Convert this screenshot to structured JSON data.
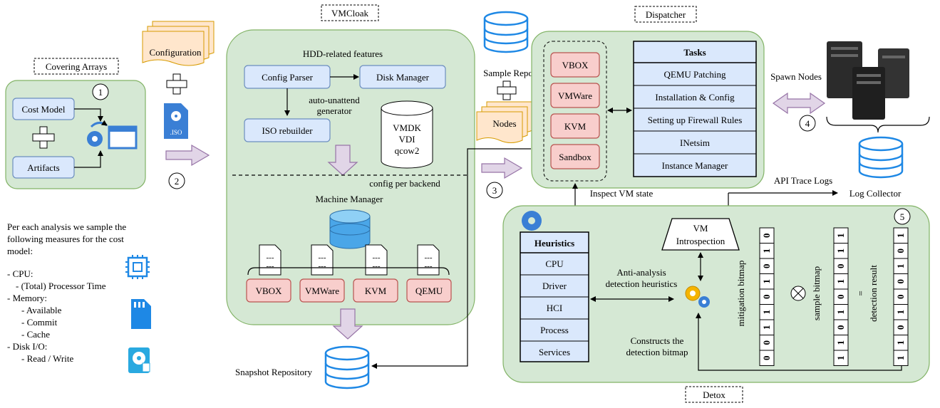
{
  "covering_arrays": {
    "tag": "Covering Arrays",
    "cost_model": "Cost Model",
    "artifacts": "Artifacts"
  },
  "inputs": {
    "configuration": "Configuration",
    "iso": ".ISO"
  },
  "step_numbers": [
    "1",
    "2",
    "3",
    "4",
    "5"
  ],
  "vmcloak": {
    "tag": "VMCloak",
    "hdd_title": "HDD-related features",
    "config_parser": "Config Parser",
    "disk_manager": "Disk Manager",
    "auto_unattend_1": "auto-unattend",
    "auto_unattend_2": "generator",
    "iso_rebuilder": "ISO rebuilder",
    "disk_formats": [
      "VMDK",
      "VDI",
      "qcow2"
    ],
    "config_per_backend": "config per backend",
    "machine_manager": "Machine Manager",
    "doc_dashes": "---",
    "backends": [
      "VBOX",
      "VMWare",
      "KVM",
      "QEMU"
    ]
  },
  "snapshot_repository": "Snapshot Repository",
  "sample_repo": "Sample Repo",
  "nodes": "Nodes",
  "dispatcher": {
    "tag": "Dispatcher",
    "hypervisors": [
      "VBOX",
      "VMWare",
      "KVM",
      "Sandbox"
    ],
    "tasks_title": "Tasks",
    "tasks": [
      "QEMU Patching",
      "Installation & Config",
      "Setting up Firewall Rules",
      "INetsim",
      "Instance Manager"
    ]
  },
  "spawn_nodes": "Spawn Nodes",
  "api_trace_logs": "API Trace Logs",
  "log_collector": "Log Collector",
  "inspect_vm_state": "Inspect VM state",
  "detox": {
    "tag": "Detox",
    "heuristics_title": "Heuristics",
    "heuristics": [
      "CPU",
      "Driver",
      "HCI",
      "Process",
      "Services"
    ],
    "anti_analysis_1": "Anti-analysis",
    "anti_analysis_2": "detection heuristics",
    "vm_introspection_1": "VM",
    "vm_introspection_2": "Introspection",
    "constructs_1": "Constructs the",
    "constructs_2": "detection bitmap",
    "mitigation_label": "mitigation bitmap",
    "sample_label": "sample bitmap",
    "result_label": "detection result",
    "equals": "=",
    "mitigation_bits": [
      "0",
      "1",
      "0",
      "1",
      "0",
      "1",
      "1",
      "0",
      "0"
    ],
    "sample_bits": [
      "1",
      "1",
      "0",
      "1",
      "0",
      "1",
      "0",
      "1",
      "1"
    ],
    "result_bits": [
      "1",
      "0",
      "1",
      "0",
      "0",
      "1",
      "0",
      "1",
      "1"
    ]
  },
  "measures": {
    "intro": [
      "Per each analysis we sample the",
      "following measures for the cost",
      "model:"
    ],
    "items": [
      "- CPU:",
      "- (Total) Processor Time",
      "- Memory:",
      "- Available",
      "- Commit",
      "- Cache",
      "- Disk I/O:",
      "- Read / Write"
    ]
  }
}
